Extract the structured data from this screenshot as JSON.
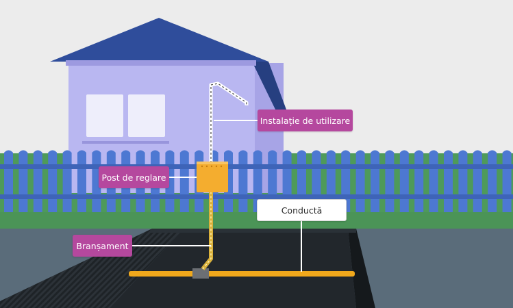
{
  "labels": {
    "installation": "Instalație de utilizare",
    "regulator": "Post de reglare",
    "connection": "Branșament",
    "pipe": "Conductă"
  },
  "colors": {
    "sky": "#ececec",
    "house_wall": "#b9b7f1",
    "house_wall_shade": "#a7a4e6",
    "roof": "#2f4d9b",
    "window": "#eeeefb",
    "fence": "#4d78d2",
    "grass": "#4e9a5a",
    "ground": "#5a6c7a",
    "trench": "#22272c",
    "pipe": "#f0a81c",
    "regulator_box": "#f4ad2f",
    "label_magenta": "#b5489e",
    "label_white": "#ffffff"
  },
  "icons": [
    "house-icon",
    "regulator-box-icon",
    "gas-pipe-icon"
  ]
}
